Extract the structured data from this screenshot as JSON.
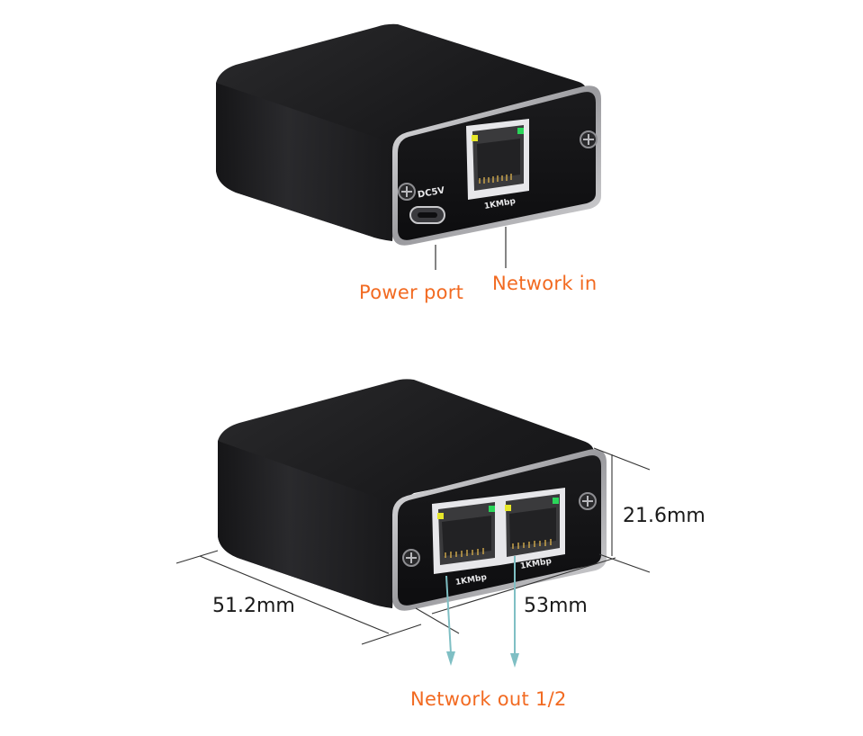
{
  "top_device": {
    "port_labels": {
      "power": "DC5V",
      "speed": "1KMbp"
    },
    "callouts": {
      "power": "Power port",
      "network_in": "Network in"
    }
  },
  "bottom_device": {
    "port_labels": {
      "speed_left": "1KMbp",
      "speed_right": "1KMbp"
    },
    "dimensions": {
      "height": "21.6mm",
      "depth": "51.2mm",
      "width": "53mm"
    },
    "callouts": {
      "network_out": "Network out 1/2"
    }
  },
  "colors": {
    "callout_text": "#f26a21",
    "arrow": "#7fbfc4",
    "body": "#1c1c1e",
    "led_yellow": "#e6e62a",
    "led_green": "#2bd65a"
  }
}
